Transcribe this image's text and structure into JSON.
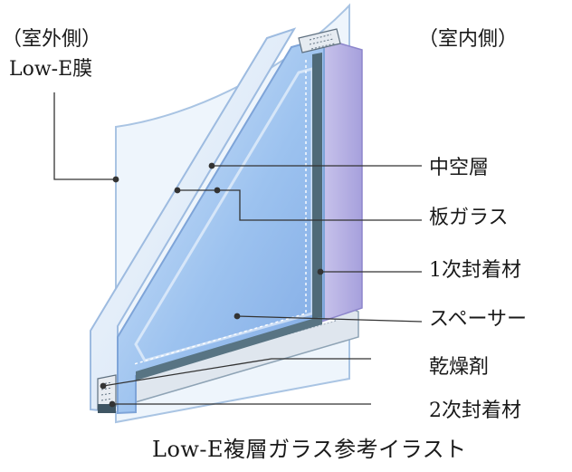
{
  "labels": {
    "outdoor_side": "（室外側）",
    "lowe_film": "Low-E膜",
    "indoor_side": "（室内側）",
    "hollow_layer": "中空層",
    "plate_glass": "板ガラス",
    "primary_sealant": "1次封着材",
    "spacer": "スペーサー",
    "desiccant": "乾燥剤",
    "secondary_sealant": "2次封着材",
    "caption": "Low-E複層ガラス参考イラスト"
  },
  "colors": {
    "outer_glass": "#e9f3fb",
    "glass_edge": "#a9c4e3",
    "inner_glass_face": "#8fb8ec",
    "inner_glass_light": "#cfe2f7",
    "spacer_purple": "#b3aee0",
    "spacer_dark": "#4f6a78",
    "leader_line": "#333333"
  }
}
